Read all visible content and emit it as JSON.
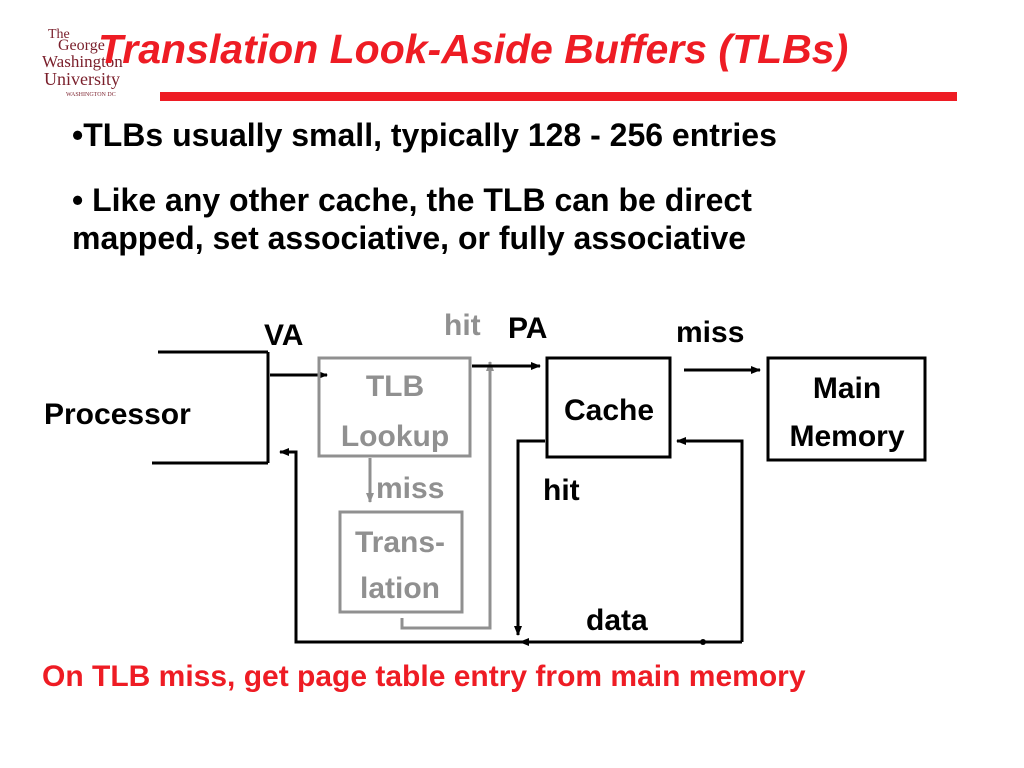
{
  "slide": {
    "title": "Translation Look-Aside Buffers (TLBs)",
    "logo": {
      "line1": "The",
      "line2": "George",
      "line3": "Washington",
      "line4": "University",
      "line5": "WASHINGTON DC"
    },
    "bullets": [
      "•TLBs usually small, typically 128 - 256 entries",
      "• Like any other cache, the TLB can be direct",
      "mapped, set associative, or fully associative"
    ],
    "footer": "On TLB miss, get page table entry from main memory"
  },
  "diagram": {
    "processor": "Processor",
    "va": "VA",
    "hit_tlb": "hit",
    "pa": "PA",
    "tlb_line1": "TLB",
    "tlb_line2": "Lookup",
    "miss_tlb": "miss",
    "trans_line1": "Trans-",
    "trans_line2": "lation",
    "cache": "Cache",
    "miss_cache": "miss",
    "hit_cache": "hit",
    "main_line1": "Main",
    "main_line2": "Memory",
    "data": "data"
  },
  "colors": {
    "accent": "#ee1c24",
    "gray": "#909090",
    "logo": "#7a1f2b"
  }
}
